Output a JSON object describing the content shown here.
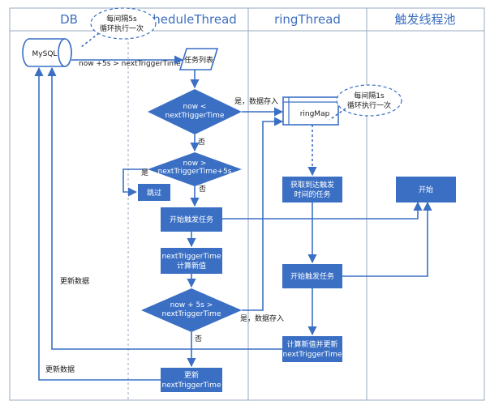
{
  "lanes": {
    "db": "DB",
    "schedule": "scheduleThread",
    "ring": "ringThread",
    "pool": "触发线程池"
  },
  "nodes": {
    "mysql": "MySQL",
    "bubble_left": [
      "每间隔5s",
      "循环执行一次"
    ],
    "bubble_right": [
      "每间隔1s",
      "循环执行一次"
    ],
    "task_list": "任务列表",
    "diamond1": [
      "now <",
      "nextTriggerTime"
    ],
    "diamond2": [
      "now >",
      "nextTriggerTime+5s"
    ],
    "skip": "跳过",
    "start_trigger": "开始触发任务",
    "calc_new": [
      "nextTriggerTime",
      "计算新值"
    ],
    "diamond3": [
      "now + 5s >",
      "nextTriggerTime"
    ],
    "update": [
      "更新",
      "nextTriggerTime"
    ],
    "ringmap": "ringMap",
    "fetch": [
      "获取到达触发",
      "时间的任务"
    ],
    "start_trigger_ring": "开始触发任务",
    "calc_update": [
      "计算新值并更新",
      "nextTriggerTime"
    ],
    "start": "开始"
  },
  "edges": {
    "query": "now +5s  > nextTriggerTime",
    "yes_store": "是，数据存入",
    "no_1": "否",
    "yes_1": "是",
    "no_2": "否",
    "yes_store_2": "是，数据存入",
    "no_3": "否",
    "update_data_1": "更新数据",
    "update_data_2": "更新数据"
  },
  "colors": {
    "box": "#3a6fc4",
    "title": "#3d6fbf"
  }
}
